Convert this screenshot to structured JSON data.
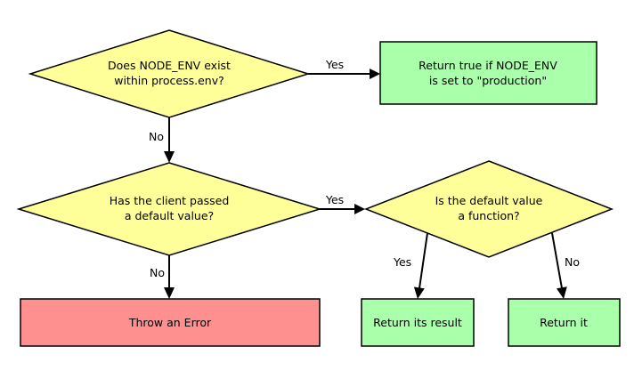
{
  "nodes": {
    "q_node_env": {
      "line1": "Does NODE_ENV exist",
      "line2": "within process.env?"
    },
    "r_production": {
      "line1": "Return true if NODE_ENV",
      "line2": "is set to \"production\""
    },
    "q_default_passed": {
      "line1": "Has the client passed",
      "line2": "a default value?"
    },
    "q_is_function": {
      "line1": "Is the default value",
      "line2": "a function?"
    },
    "r_error": {
      "label": "Throw an Error"
    },
    "r_result": {
      "label": "Return its result"
    },
    "r_it": {
      "label": "Return it"
    }
  },
  "edges": {
    "env_yes": "Yes",
    "env_no": "No",
    "default_yes": "Yes",
    "default_no": "No",
    "function_yes": "Yes",
    "function_no": "No"
  },
  "colors": {
    "decision_fill": "#ffff99",
    "success_fill": "#aaffaa",
    "error_fill": "#ff9090",
    "stroke": "#000000"
  }
}
